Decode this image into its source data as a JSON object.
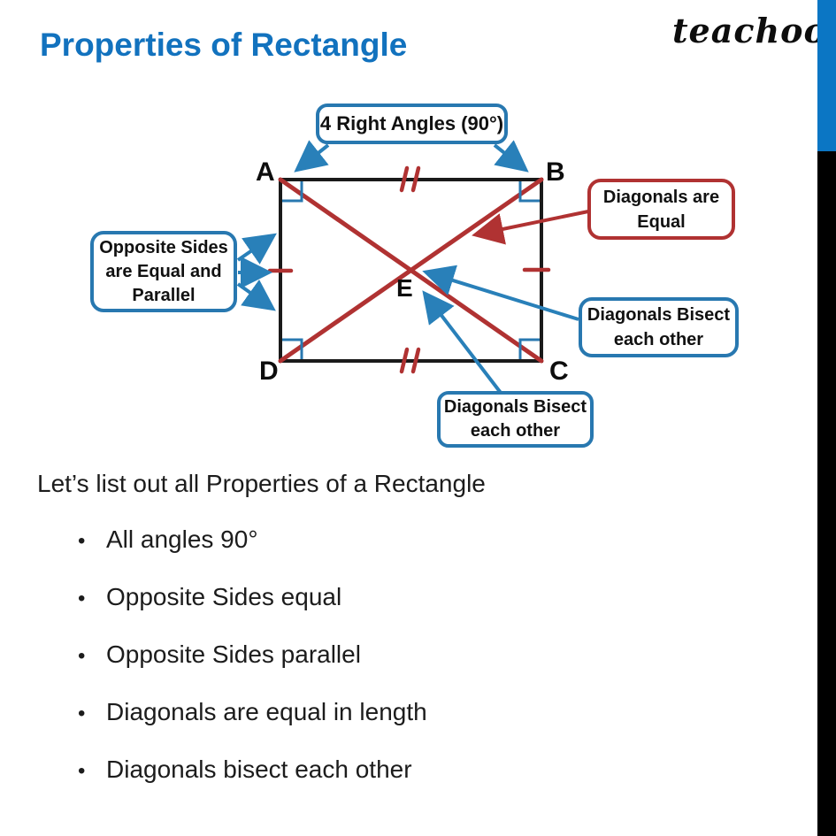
{
  "page": {
    "title": "Properties of Rectangle",
    "brand": "teachoo"
  },
  "colors": {
    "title_blue": "#1272be",
    "sidebar_blue": "#0b76c4",
    "sidebar_black": "#000000",
    "callout_blue": "#2878b0",
    "arrow_blue": "#2980b9",
    "diagonal_red": "#b03232",
    "shape_black": "#1a1a1a"
  },
  "diagram": {
    "vertices": {
      "a": "A",
      "b": "B",
      "c": "C",
      "d": "D",
      "e": "E"
    },
    "callouts": {
      "right_angles": {
        "text": "4 Right Angles (90°)"
      },
      "opposite_sides": {
        "line1": "Opposite Sides",
        "line2": "are Equal and",
        "line3": "Parallel"
      },
      "diagonals_equal": {
        "line1": "Diagonals are",
        "line2": "Equal"
      },
      "diagonals_bisect_right": {
        "line1": "Diagonals Bisect",
        "line2": "each other"
      },
      "diagonals_bisect_bottom": {
        "line1": "Diagonals Bisect",
        "line2": "each other"
      }
    }
  },
  "body": {
    "intro": "Let’s list out all Properties of a Rectangle",
    "bullets": [
      "All angles 90°",
      "Opposite Sides equal",
      "Opposite Sides parallel",
      "Diagonals are equal in length",
      "Diagonals bisect each other"
    ],
    "bullet_glyph": "•"
  }
}
